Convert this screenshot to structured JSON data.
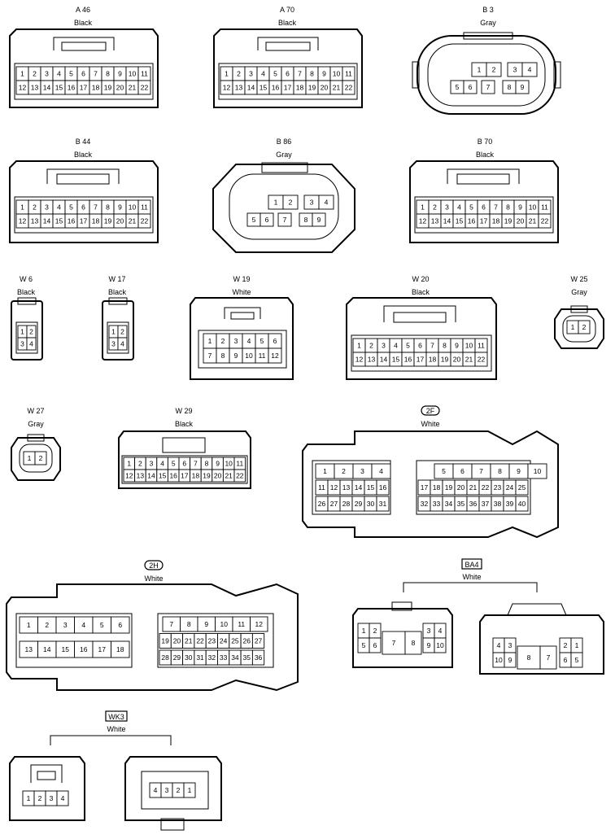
{
  "connectors": [
    {
      "id": "A46",
      "name": "A 46",
      "color": "Black",
      "rows": [
        [
          "1",
          "2",
          "3",
          "4",
          "5",
          "6",
          "7",
          "8",
          "9",
          "10",
          "11"
        ],
        [
          "12",
          "13",
          "14",
          "15",
          "16",
          "17",
          "18",
          "19",
          "20",
          "21",
          "22"
        ]
      ]
    },
    {
      "id": "A70",
      "name": "A 70",
      "color": "Black",
      "rows": [
        [
          "1",
          "2",
          "3",
          "4",
          "5",
          "6",
          "7",
          "8",
          "9",
          "10",
          "11"
        ],
        [
          "12",
          "13",
          "14",
          "15",
          "16",
          "17",
          "18",
          "19",
          "20",
          "21",
          "22"
        ]
      ]
    },
    {
      "id": "B3",
      "name": "B 3",
      "color": "Gray",
      "rows": [
        [
          "1",
          "2",
          "3",
          "4"
        ],
        [
          "5",
          "6",
          "7",
          "8",
          "9"
        ]
      ]
    },
    {
      "id": "B44",
      "name": "B 44",
      "color": "Black",
      "rows": [
        [
          "1",
          "2",
          "3",
          "4",
          "5",
          "6",
          "7",
          "8",
          "9",
          "10",
          "11"
        ],
        [
          "12",
          "13",
          "14",
          "15",
          "16",
          "17",
          "18",
          "19",
          "20",
          "21",
          "22"
        ]
      ]
    },
    {
      "id": "B86",
      "name": "B 86",
      "color": "Gray",
      "rows": [
        [
          "1",
          "2",
          "3",
          "4"
        ],
        [
          "5",
          "6",
          "7",
          "8",
          "9"
        ]
      ]
    },
    {
      "id": "B70",
      "name": "B 70",
      "color": "Black",
      "rows": [
        [
          "1",
          "2",
          "3",
          "4",
          "5",
          "6",
          "7",
          "8",
          "9",
          "10",
          "11"
        ],
        [
          "12",
          "13",
          "14",
          "15",
          "16",
          "17",
          "18",
          "19",
          "20",
          "21",
          "22"
        ]
      ]
    },
    {
      "id": "W6",
      "name": "W 6",
      "color": "Black",
      "rows": [
        [
          "1",
          "2"
        ],
        [
          "3",
          "4"
        ]
      ]
    },
    {
      "id": "W17",
      "name": "W 17",
      "color": "Black",
      "rows": [
        [
          "1",
          "2"
        ],
        [
          "3",
          "4"
        ]
      ]
    },
    {
      "id": "W19",
      "name": "W 19",
      "color": "White",
      "rows": [
        [
          "1",
          "2",
          "3",
          "4",
          "5",
          "6"
        ],
        [
          "7",
          "8",
          "9",
          "10",
          "11",
          "12"
        ]
      ]
    },
    {
      "id": "W20",
      "name": "W 20",
      "color": "Black",
      "rows": [
        [
          "1",
          "2",
          "3",
          "4",
          "5",
          "6",
          "7",
          "8",
          "9",
          "10",
          "11"
        ],
        [
          "12",
          "13",
          "14",
          "15",
          "16",
          "17",
          "18",
          "19",
          "20",
          "21",
          "22"
        ]
      ]
    },
    {
      "id": "W25",
      "name": "W 25",
      "color": "Gray",
      "rows": [
        [
          "1",
          "2"
        ]
      ]
    },
    {
      "id": "W27",
      "name": "W 27",
      "color": "Gray",
      "rows": [
        [
          "1",
          "2"
        ]
      ]
    },
    {
      "id": "W29",
      "name": "W 29",
      "color": "Black",
      "rows": [
        [
          "1",
          "2",
          "3",
          "4",
          "5",
          "6",
          "7",
          "8",
          "9",
          "10",
          "11"
        ],
        [
          "12",
          "13",
          "14",
          "15",
          "16",
          "17",
          "18",
          "19",
          "20",
          "21",
          "22"
        ]
      ]
    },
    {
      "id": "2F",
      "name": "2F",
      "color": "White",
      "boxed": "oval",
      "left": [
        [
          "1",
          "2",
          "3",
          "4"
        ],
        [
          "11",
          "12",
          "13",
          "14",
          "15",
          "16"
        ],
        [
          "26",
          "27",
          "28",
          "29",
          "30",
          "31"
        ]
      ],
      "right": [
        [
          "5",
          "6",
          "7",
          "8",
          "9",
          "10"
        ],
        [
          "17",
          "18",
          "19",
          "20",
          "21",
          "22",
          "23",
          "24",
          "25"
        ],
        [
          "32",
          "33",
          "34",
          "35",
          "36",
          "37",
          "38",
          "39",
          "40"
        ]
      ]
    },
    {
      "id": "2H",
      "name": "2H",
      "color": "White",
      "boxed": "oval",
      "left": [
        [
          "1",
          "2",
          "3",
          "4",
          "5",
          "6"
        ],
        [
          "13",
          "14",
          "15",
          "16",
          "17",
          "18"
        ]
      ],
      "right": [
        [
          "7",
          "8",
          "9",
          "10",
          "11",
          "12"
        ],
        [
          "19",
          "20",
          "21",
          "22",
          "23",
          "24",
          "25",
          "26",
          "27"
        ],
        [
          "28",
          "29",
          "30",
          "31",
          "32",
          "33",
          "34",
          "35",
          "36"
        ]
      ]
    },
    {
      "id": "BA4",
      "name": "BA4",
      "color": "White",
      "boxed": "rect",
      "a": {
        "left": [
          [
            "1",
            "2"
          ],
          [
            "5",
            "6"
          ]
        ],
        "mid": [
          [
            "7"
          ],
          [
            "8"
          ]
        ],
        "right": [
          [
            "3",
            "4"
          ],
          [
            "9",
            "10"
          ]
        ]
      },
      "b": {
        "left": [
          [
            "4",
            "3"
          ],
          [
            "10",
            "9"
          ]
        ],
        "mid": [
          [
            "8"
          ],
          [
            "7"
          ]
        ],
        "right": [
          [
            "2",
            "1"
          ],
          [
            "6",
            "5"
          ]
        ]
      }
    },
    {
      "id": "WK3",
      "name": "WK3",
      "color": "White",
      "boxed": "rect",
      "a": [
        [
          "1",
          "2",
          "3",
          "4"
        ]
      ],
      "b": [
        [
          "4",
          "3",
          "2",
          "1"
        ]
      ]
    }
  ]
}
